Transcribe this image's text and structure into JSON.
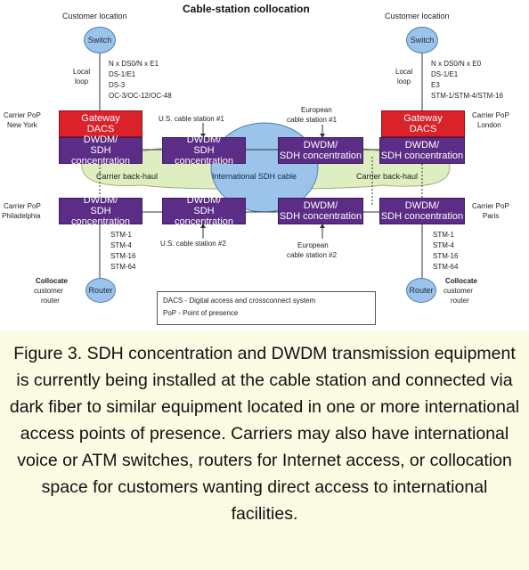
{
  "diagram": {
    "title": "Cable-station collocation",
    "customer_location_left": "Customer location",
    "customer_location_right": "Customer location",
    "switch_left": "Switch",
    "switch_right": "Switch",
    "local_loop_left": [
      "Local",
      "loop"
    ],
    "local_loop_right": [
      "Local",
      "loop"
    ],
    "interfaces_left": [
      "N x DS0/N x E1",
      "DS-1/E1",
      "DS-3",
      "OC-3/OC-12/OC-48"
    ],
    "interfaces_right": [
      "N x DS0/N x E0",
      "DS-1/E1",
      "E3",
      "STM-1/STM-4/STM-16"
    ],
    "pop_ny": [
      "Carrier PoP",
      "New York"
    ],
    "pop_london": [
      "Carrier PoP",
      "London"
    ],
    "pop_philadelphia": [
      "Carrier PoP",
      "Philadelphia"
    ],
    "pop_paris": [
      "Carrier PoP",
      "Paris"
    ],
    "gateway_left": [
      "Gateway",
      "DACS"
    ],
    "gateway_right": [
      "Gateway",
      "DACS"
    ],
    "dwdm_line1": "DWDM/",
    "dwdm_line2": "SDH concentration",
    "us_station_1": "U.S. cable station #1",
    "us_station_2": "U.S. cable station #2",
    "eu_station_1": [
      "European",
      "cable station #1"
    ],
    "eu_station_2": [
      "European",
      "cable station #2"
    ],
    "backhaul_left": "Carrier back-haul",
    "backhaul_right": "Carrier back-haul",
    "sdh_cable": "International SDH cable",
    "stm_left": [
      "STM-1",
      "STM-4",
      "STM-16",
      "STM-64"
    ],
    "stm_right": [
      "STM-1",
      "STM-4",
      "STM-16",
      "STM-64"
    ],
    "router_left": "Router",
    "router_right": "Router",
    "collocate_left": [
      "Collocate",
      "customer",
      "router"
    ],
    "collocate_right": [
      "Collocate",
      "customer",
      "router"
    ],
    "legend": [
      "DACS - Digital access and crossconnect system",
      "PoP - Point of presence"
    ]
  },
  "caption": "Figure 3. SDH concentration and DWDM transmission equipment is currently being installed at the cable station and connected via dark fiber to similar equipment located in one or more international access points of presence. Carriers may also have international voice or ATM switches, routers for Internet access, or collocation space for customers wanting direct access to international facilities.",
  "colors": {
    "purple": "#5b2d86",
    "red": "#d9222a",
    "cloud_green": "#dfeec0",
    "cable_blue": "#9cc4ea",
    "caption_bg": "#fbfbe3"
  }
}
